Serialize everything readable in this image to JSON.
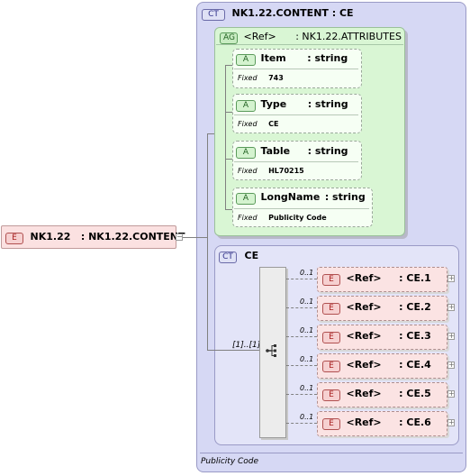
{
  "root": {
    "badge": "E",
    "name": "NK1.22",
    "type": ": NK1.22.CONTENT"
  },
  "content_type": {
    "badge": "CT",
    "title": "NK1.22.CONTENT : CE"
  },
  "attr_group": {
    "badge": "AG",
    "ref": "<Ref>",
    "type": ": NK1.22.ATTRIBUTES",
    "attributes": [
      {
        "badge": "A",
        "name": "Item",
        "type": ": string",
        "fixed_label": "Fixed",
        "fixed_value": "743"
      },
      {
        "badge": "A",
        "name": "Type",
        "type": ": string",
        "fixed_label": "Fixed",
        "fixed_value": "CE"
      },
      {
        "badge": "A",
        "name": "Table",
        "type": ": string",
        "fixed_label": "Fixed",
        "fixed_value": "HL70215"
      },
      {
        "badge": "A",
        "name": "LongName",
        "type": ": string",
        "fixed_label": "Fixed",
        "fixed_value": "Publicity Code"
      }
    ]
  },
  "ce_type": {
    "badge": "CT",
    "title": "CE",
    "sequence_multiplicity": "[1]..[1]"
  },
  "ce_elements": [
    {
      "badge": "E",
      "ref": "<Ref>",
      "type": ": CE.1",
      "multiplicity": "0..1"
    },
    {
      "badge": "E",
      "ref": "<Ref>",
      "type": ": CE.2",
      "multiplicity": "0..1"
    },
    {
      "badge": "E",
      "ref": "<Ref>",
      "type": ": CE.3",
      "multiplicity": "0..1"
    },
    {
      "badge": "E",
      "ref": "<Ref>",
      "type": ": CE.4",
      "multiplicity": "0..1"
    },
    {
      "badge": "E",
      "ref": "<Ref>",
      "type": ": CE.5",
      "multiplicity": "0..1"
    },
    {
      "badge": "E",
      "ref": "<Ref>",
      "type": ": CE.6",
      "multiplicity": "0..1"
    }
  ],
  "footer": {
    "doc": "Publicity Code"
  }
}
